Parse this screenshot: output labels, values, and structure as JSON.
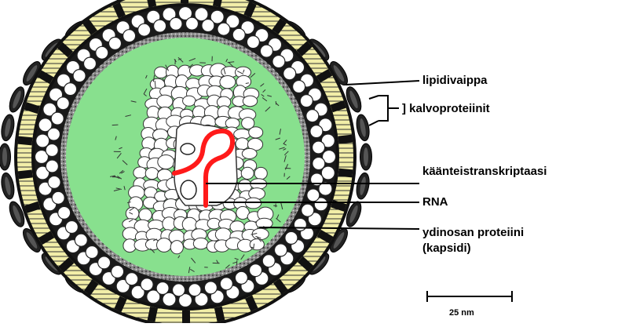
{
  "labels": {
    "lipid_envelope": "lipidivaippa",
    "membrane_proteins": "] kalvoproteiinit",
    "reverse_transcriptase": "käänteistranskriptaasi",
    "rna": "RNA",
    "core_protein_line1": "ydinosan proteiini",
    "core_protein_line2": "(kapsidi)"
  },
  "scale_bar": {
    "label": "25 nm"
  },
  "colors": {
    "interior": "#88e08e",
    "bilayer_band": "#f2eea8",
    "spike": "#222222",
    "rna": "#ff1a1a",
    "ring_dark": "#111111",
    "ball_fill": "#ffffff"
  }
}
